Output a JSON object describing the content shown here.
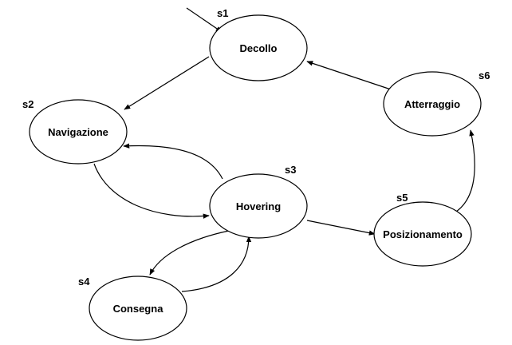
{
  "states": [
    {
      "id": "s1",
      "label": "Decollo"
    },
    {
      "id": "s2",
      "label": "Navigazione"
    },
    {
      "id": "s3",
      "label": "Hovering"
    },
    {
      "id": "s4",
      "label": "Consegna"
    },
    {
      "id": "s5",
      "label": "Posizionamento"
    },
    {
      "id": "s6",
      "label": "Atterraggio"
    }
  ],
  "transitions": [
    {
      "from": "start",
      "to": "s1",
      "initial": true
    },
    {
      "from": "s1",
      "to": "s2"
    },
    {
      "from": "s2",
      "to": "s3"
    },
    {
      "from": "s3",
      "to": "s2"
    },
    {
      "from": "s3",
      "to": "s4"
    },
    {
      "from": "s4",
      "to": "s3"
    },
    {
      "from": "s3",
      "to": "s5"
    },
    {
      "from": "s5",
      "to": "s6"
    },
    {
      "from": "s6",
      "to": "s1"
    }
  ],
  "colors": {
    "stroke": "#000000",
    "fill": "#ffffff",
    "background": "#ffffff"
  }
}
